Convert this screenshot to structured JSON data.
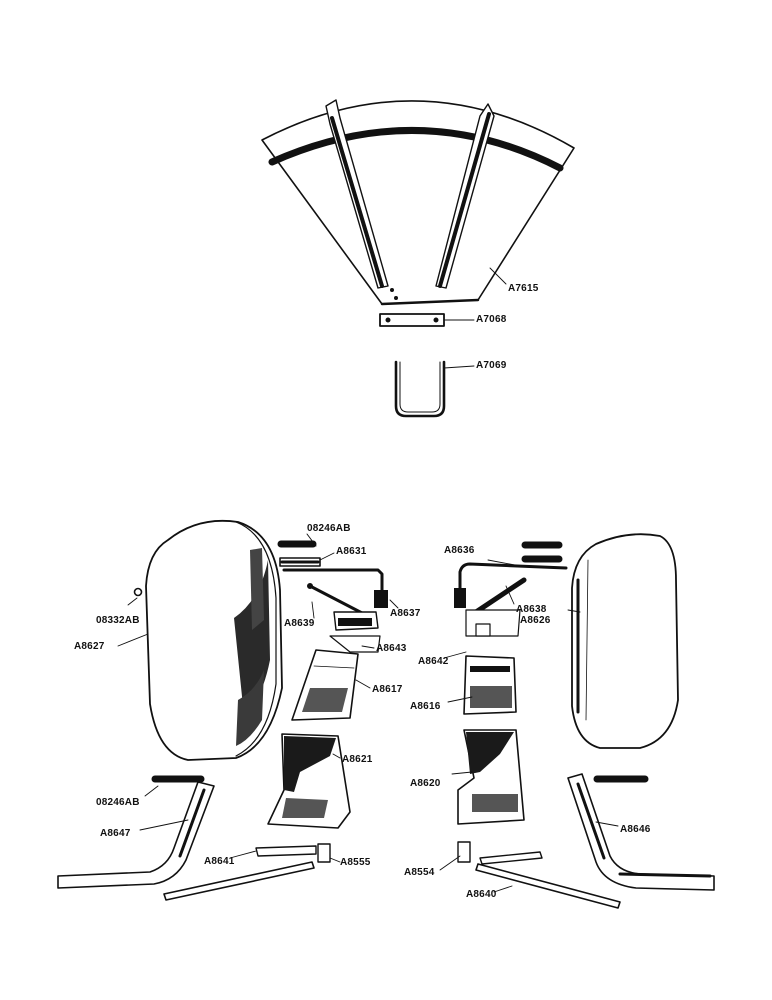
{
  "colors": {
    "ink": "#111111",
    "paper": "#ffffff",
    "shade": "#2a2a2a",
    "mesh": "#555555"
  },
  "parts": {
    "seat_pan": "A7615",
    "seat_spacer": "A7068",
    "u_bolt": "A7069",
    "screw_top_left": "08246AB",
    "rod_left_upper": "A8631",
    "bracket_right_upper": "A8636",
    "rod_right_upper": "A8638",
    "fender_right": "A8626",
    "nut_left": "08332AB",
    "fender_left": "A8627",
    "brace_left": "A8639",
    "bracket_left_upper": "A8637",
    "plate_left_upper": "A8643",
    "plate_right_upper": "A8642",
    "step_left": "A8617",
    "step_right": "A8616",
    "panel_left": "A8621",
    "panel_right": "A8620",
    "screw_bottom_left": "08246AB",
    "rail_left": "A8647",
    "rail_right": "A8646",
    "support_left": "A8641",
    "clip_left": "A8555",
    "clip_right": "A8554",
    "support_right": "A8640"
  }
}
